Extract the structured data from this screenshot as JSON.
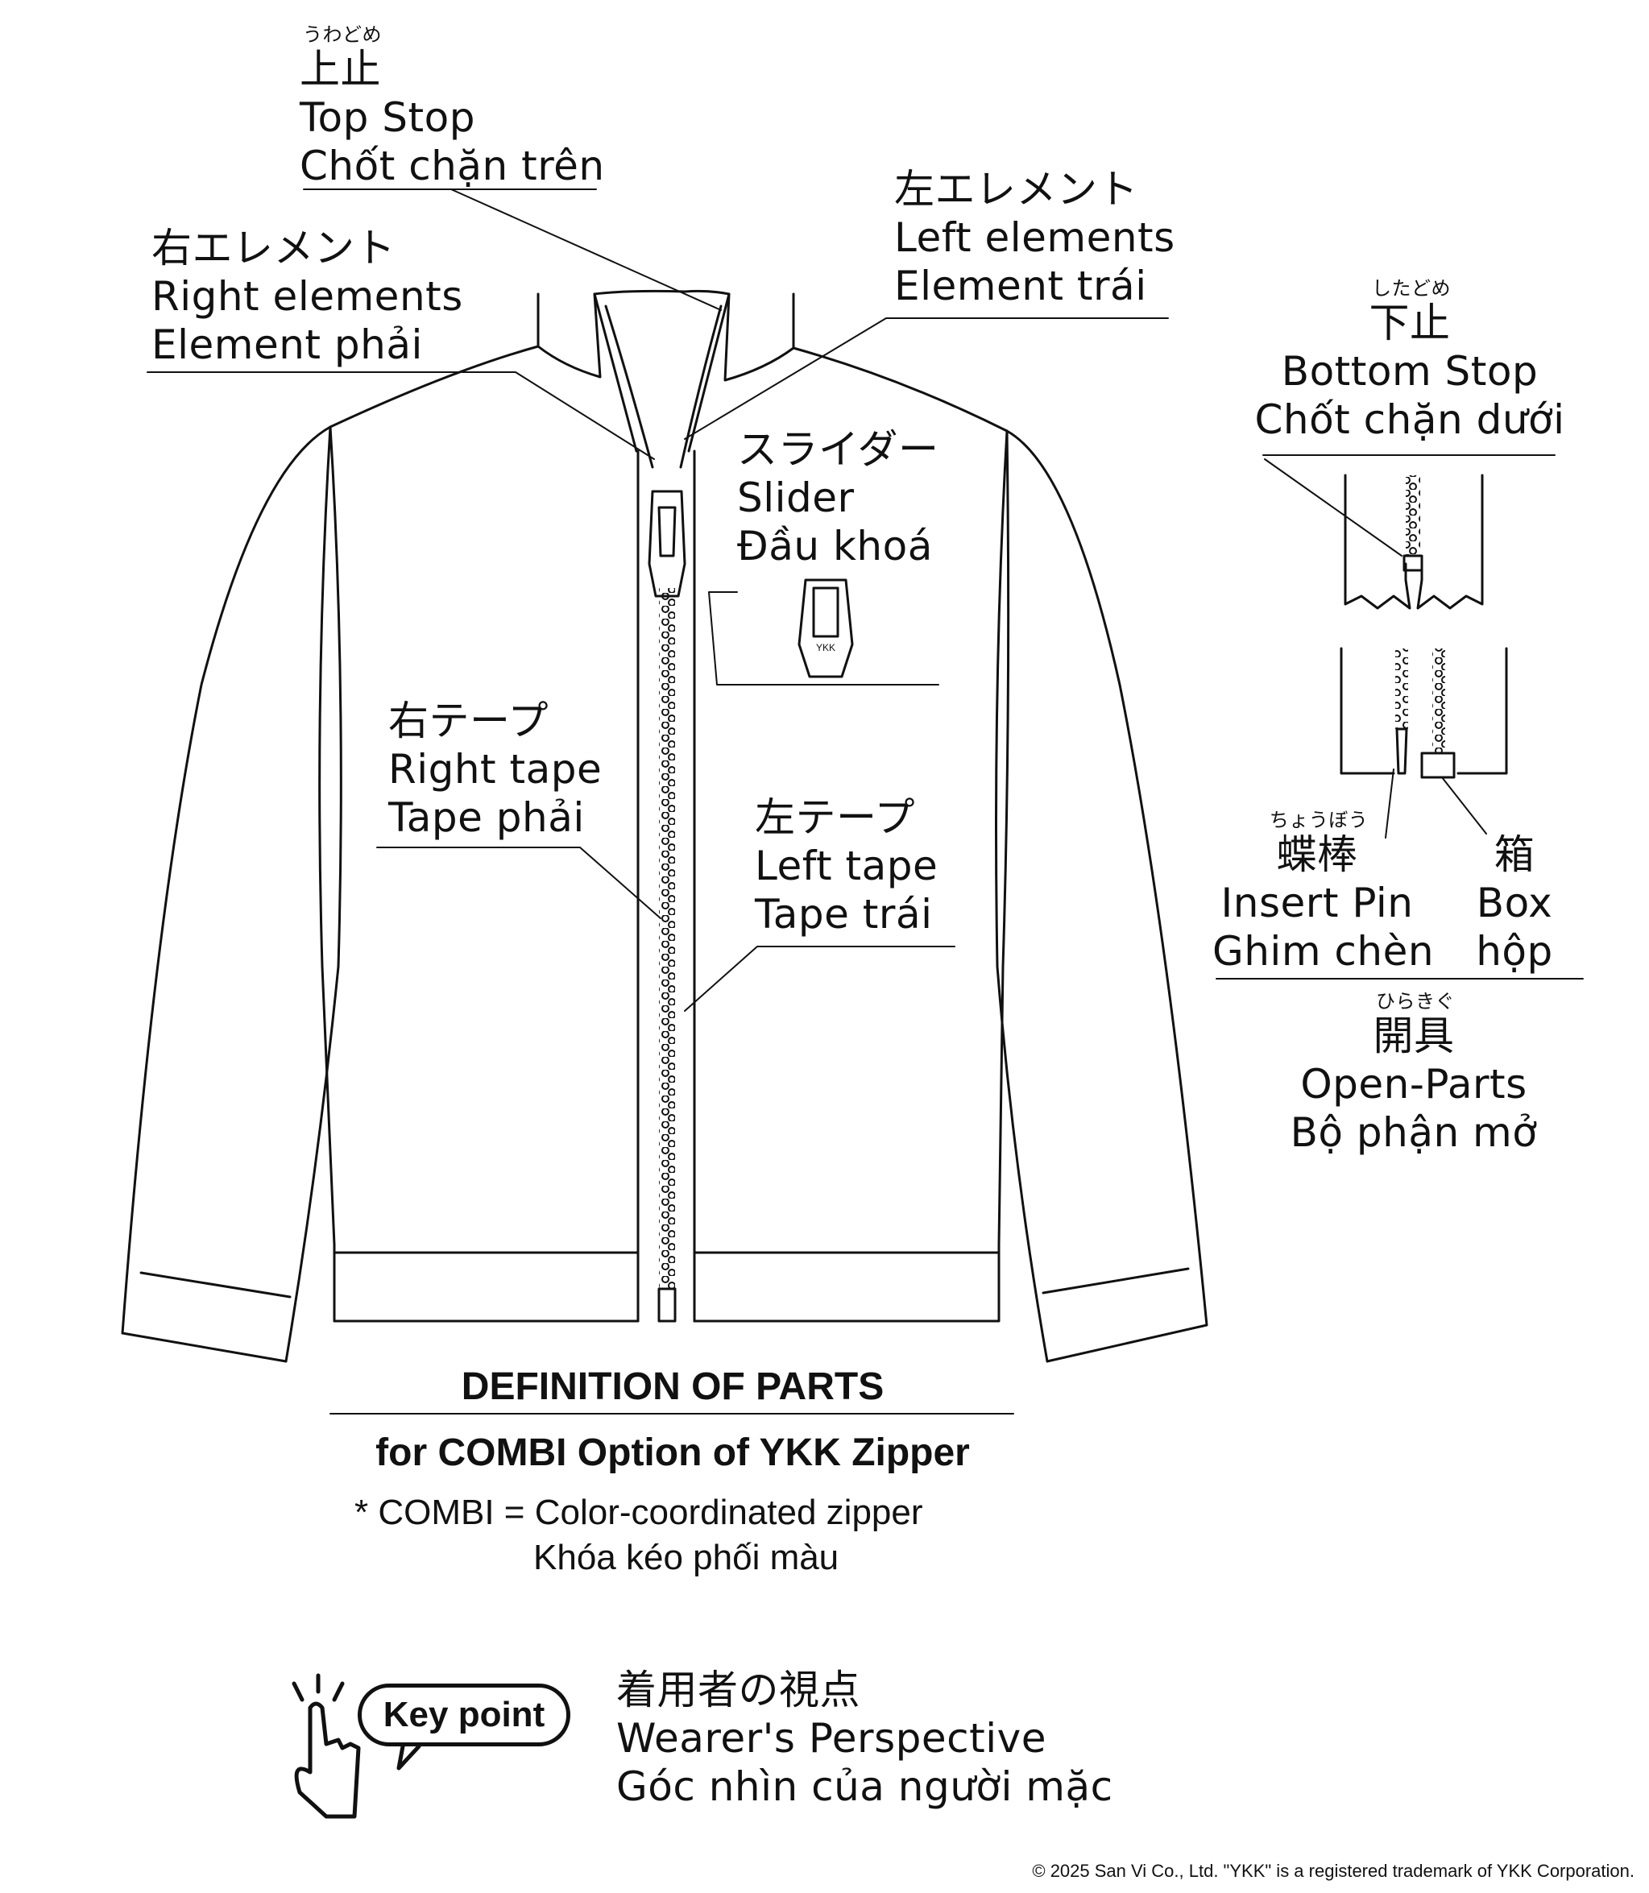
{
  "labels": {
    "top_stop": {
      "ruby": "うわどめ",
      "ja": "上止",
      "en": "Top Stop",
      "vi": "Chốt chặn trên"
    },
    "right_elements": {
      "ja": "右エレメント",
      "en": "Right elements",
      "vi": "Element phải"
    },
    "left_elements": {
      "ja": "左エレメント",
      "en": "Left elements",
      "vi": "Element trái"
    },
    "bottom_stop": {
      "ruby": "したどめ",
      "ja": "下止",
      "en": "Bottom Stop",
      "vi": "Chốt chặn dưới"
    },
    "slider": {
      "ja": "スライダー",
      "en": "Slider",
      "vi": "Đầu khoá"
    },
    "right_tape": {
      "ja": "右テープ",
      "en": "Right tape",
      "vi": "Tape phải"
    },
    "left_tape": {
      "ja": "左テープ",
      "en": "Left tape",
      "vi": "Tape trái"
    },
    "insert_pin": {
      "ruby": "ちょうぼう",
      "ja": "蝶棒",
      "en": "Insert Pin",
      "vi": "Ghim chèn"
    },
    "box": {
      "ja": "箱",
      "en": "Box",
      "vi": "hộp"
    },
    "open_parts": {
      "ruby": "ひらきぐ",
      "ja": "開具",
      "en": "Open-Parts",
      "vi": "Bộ phận mở"
    }
  },
  "slider_brand": "YKK",
  "title": "DEFINITION OF PARTS",
  "subtitle": "for COMBI Option of YKK Zipper",
  "note_line1": "* COMBI = Color-coordinated zipper",
  "note_line2": "Khóa kéo phối màu",
  "key_point": {
    "badge": "Key point",
    "ja": "着用者の視点",
    "en": "Wearer's Perspective",
    "vi": "Góc nhìn của người mặc"
  },
  "copyright": "© 2025 San Vi Co., Ltd. \"YKK\" is a registered trademark of YKK Corporation."
}
